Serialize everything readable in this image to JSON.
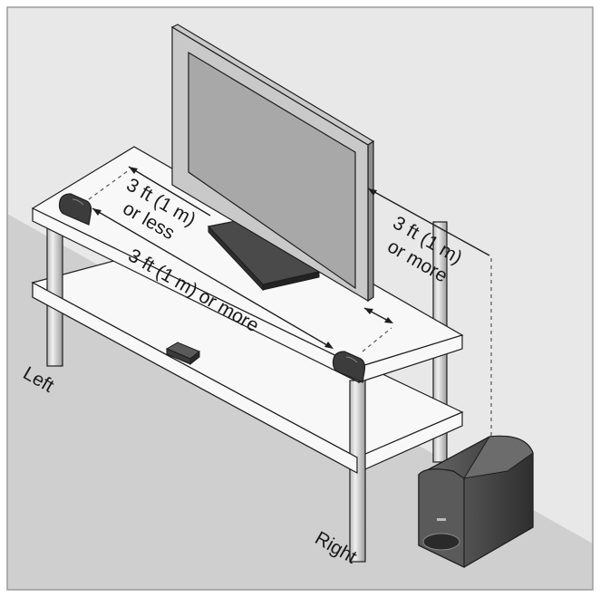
{
  "labels": {
    "speaker_gap_line1": "3 ft (1 m)",
    "speaker_gap_line2": "or less",
    "speaker_spacing": "3 ft (1 m) or more",
    "bass_module_line1": "3 ft (1 m)",
    "bass_module_line2": "or more",
    "left": "Left",
    "right": "Right"
  },
  "colors": {
    "frame_border": "#9a9a9a",
    "wall": "#e8e8e8",
    "floor": "#cfcfcf",
    "furniture": "#f8f8f8",
    "outline": "#1e1e1e",
    "tv_screen": "#a8a8a8",
    "tv_bezel": "#c9c9c9",
    "bass_module": "#4a4a4a"
  }
}
